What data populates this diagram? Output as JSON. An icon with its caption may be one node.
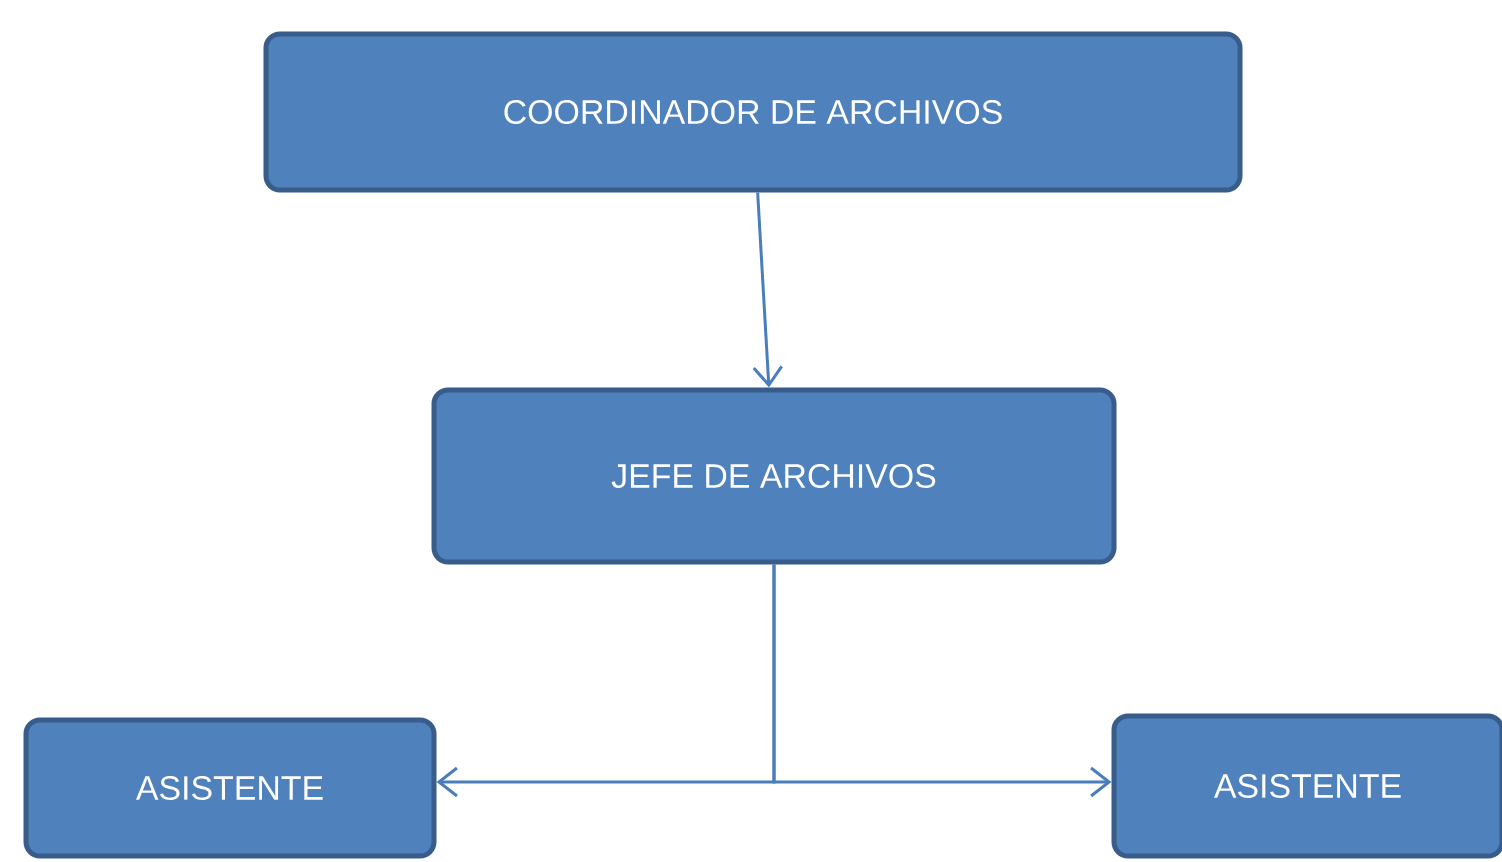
{
  "diagram": {
    "nodes": [
      {
        "text": [
          "COORDINADOR DE ARCHIVOS"
        ]
      },
      {
        "text": [
          "JEFE DE ARCHIVOS"
        ]
      },
      {
        "text": [
          "ASISTENTE"
        ]
      },
      {
        "text": [
          "ASISTENTE"
        ]
      }
    ],
    "edges": [
      {
        "from": 0,
        "to": 1,
        "arrow": "to"
      },
      {
        "from": 1,
        "to": 2,
        "arrow": "to"
      },
      {
        "from": 1,
        "to": 3,
        "arrow": "to"
      }
    ]
  }
}
